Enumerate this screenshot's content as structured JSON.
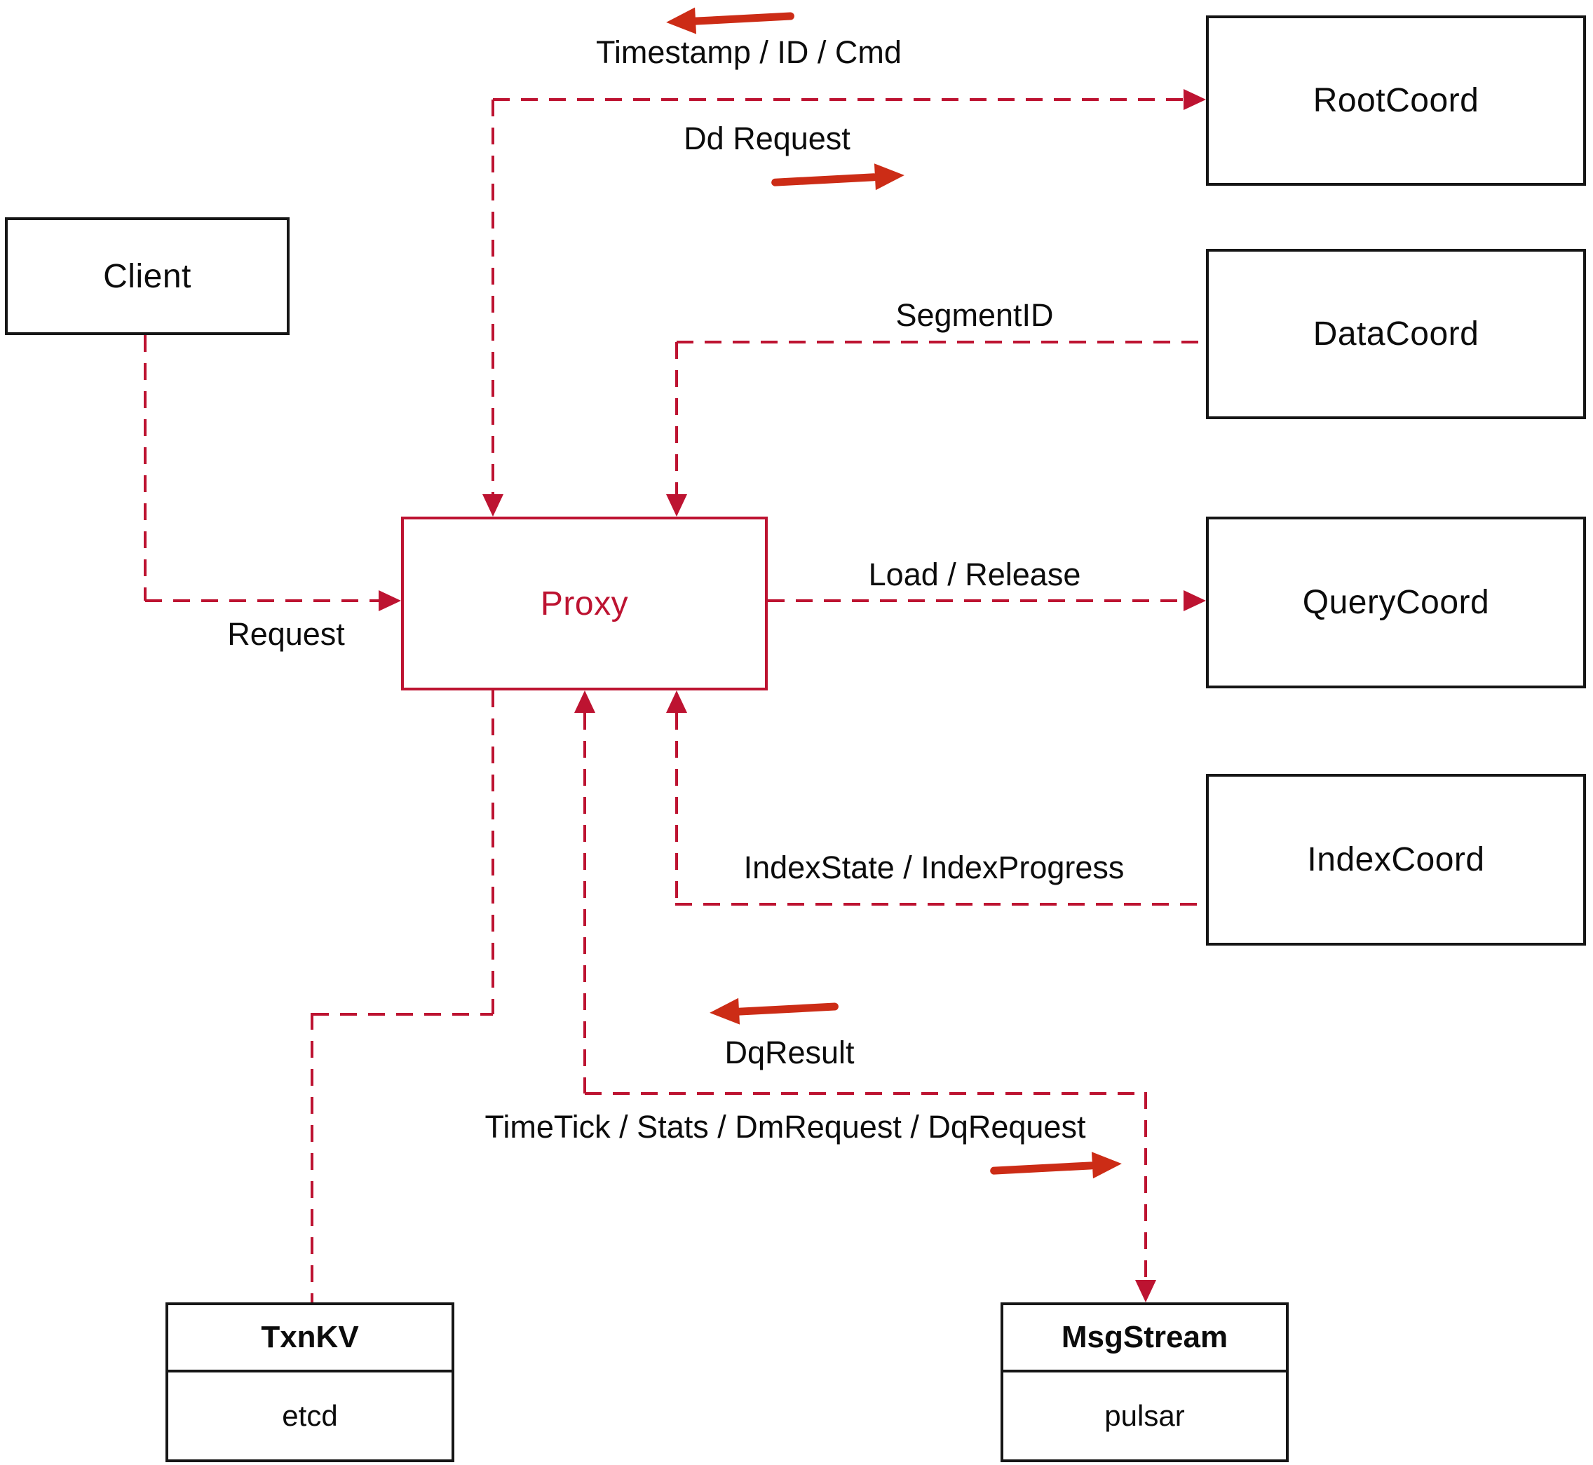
{
  "diagram": {
    "kind": "architecture-diagram",
    "colors": {
      "dashed_line_red": "#bd1331",
      "solid_arrow_red": "#cc2c16",
      "node_border_black": "#161616",
      "text_black": "#0c0c0c",
      "background": "#ffffff"
    },
    "nodes": {
      "client": {
        "label": "Client"
      },
      "proxy": {
        "label": "Proxy"
      },
      "root_coord": {
        "label": "RootCoord"
      },
      "data_coord": {
        "label": "DataCoord"
      },
      "query_coord": {
        "label": "QueryCoord"
      },
      "index_coord": {
        "label": "IndexCoord"
      },
      "txn_kv": {
        "title": "TxnKV",
        "subtitle": "etcd"
      },
      "msg_stream": {
        "title": "MsgStream",
        "subtitle": "pulsar"
      }
    },
    "edge_labels": {
      "timestamp_id_cmd": "Timestamp / ID / Cmd",
      "dd_request": "Dd Request",
      "segment_id": "SegmentID",
      "request": "Request",
      "load_release": "Load / Release",
      "index_state_progress": "IndexState / IndexProgress",
      "dq_result": "DqResult",
      "timetick_stats": "TimeTick / Stats / DmRequest / DqRequest"
    }
  }
}
